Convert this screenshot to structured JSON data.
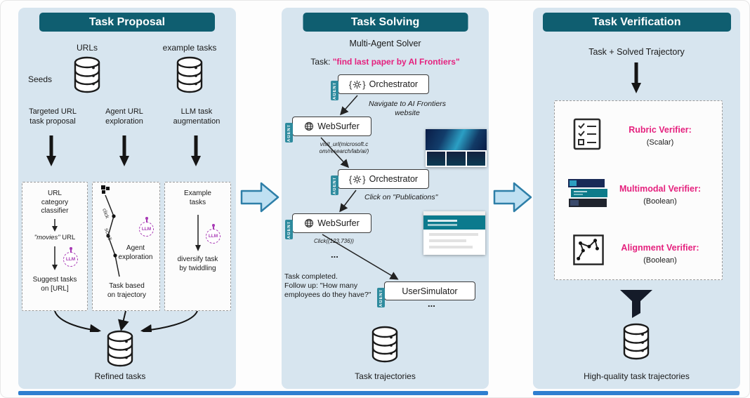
{
  "colors": {
    "header_bg": "#0f5e70",
    "panel_bg": "#d7e5ef",
    "accent_pink": "#e5217e",
    "agent_teal": "#2e8b9e",
    "llm_purple": "#a83bb5",
    "block_arrow_fill": "#bfe0f2",
    "block_arrow_stroke": "#2e7fa8",
    "bottom_strip_blue": "#2e7fd0"
  },
  "proposal": {
    "title": "Task Proposal",
    "seeds_label": "Seeds",
    "urls_label": "URLs",
    "example_tasks_label": "example tasks",
    "col1_label": "Targeted URL\ntask proposal",
    "col2_label": "Agent URL\nexploration",
    "col3_label": "LLM task\naugmentation",
    "llm_label": "LLM",
    "box1": {
      "step1": "URL\ncategory\nclassifier",
      "step2_em": "\"movies\"",
      "step2_rest": " URL",
      "step3": "Suggest tasks\non [URL]"
    },
    "box2": {
      "click_label": "click",
      "scroll_label": "scroll",
      "explore_label": "Agent\nexploration",
      "trajectory_label": "Task based\non trajectory"
    },
    "box3": {
      "step1": "Example\ntasks",
      "step2": "diversify task\nby twiddling"
    },
    "output_label": "Refined tasks"
  },
  "solving": {
    "title": "Task Solving",
    "subtitle": "Multi-Agent Solver",
    "task_prefix": "Task: ",
    "task_text": "\"find last paper by AI Frontiers\"",
    "agent_tag": "AGENT",
    "orchestrator_label": "Orchestrator",
    "websurfer_label": "WebSurfer",
    "usersimulator_label": "UserSimulator",
    "note1": "Navigate to AI Frontiers\nwebsite",
    "action1": "visit_url(microsoft.c\nom/research/lab/ai/)",
    "note2": "Click on \"Publications\"",
    "action2": "Click((123,736))",
    "ellipsis": "...",
    "completion_note": "Task completed.\nFollow up: \"How many\nemployees do they have?\"",
    "output_label": "Task trajectories"
  },
  "verification": {
    "title": "Task Verification",
    "input_label": "Task + Solved Trajectory",
    "verifiers": [
      {
        "name": "Rubric Verifier:",
        "type": "(Scalar)"
      },
      {
        "name": "Multimodal Verifier:",
        "type": "(Boolean)"
      },
      {
        "name": "Alignment Verifier:",
        "type": "(Boolean)"
      }
    ],
    "output_label": "High-quality task trajectories"
  }
}
